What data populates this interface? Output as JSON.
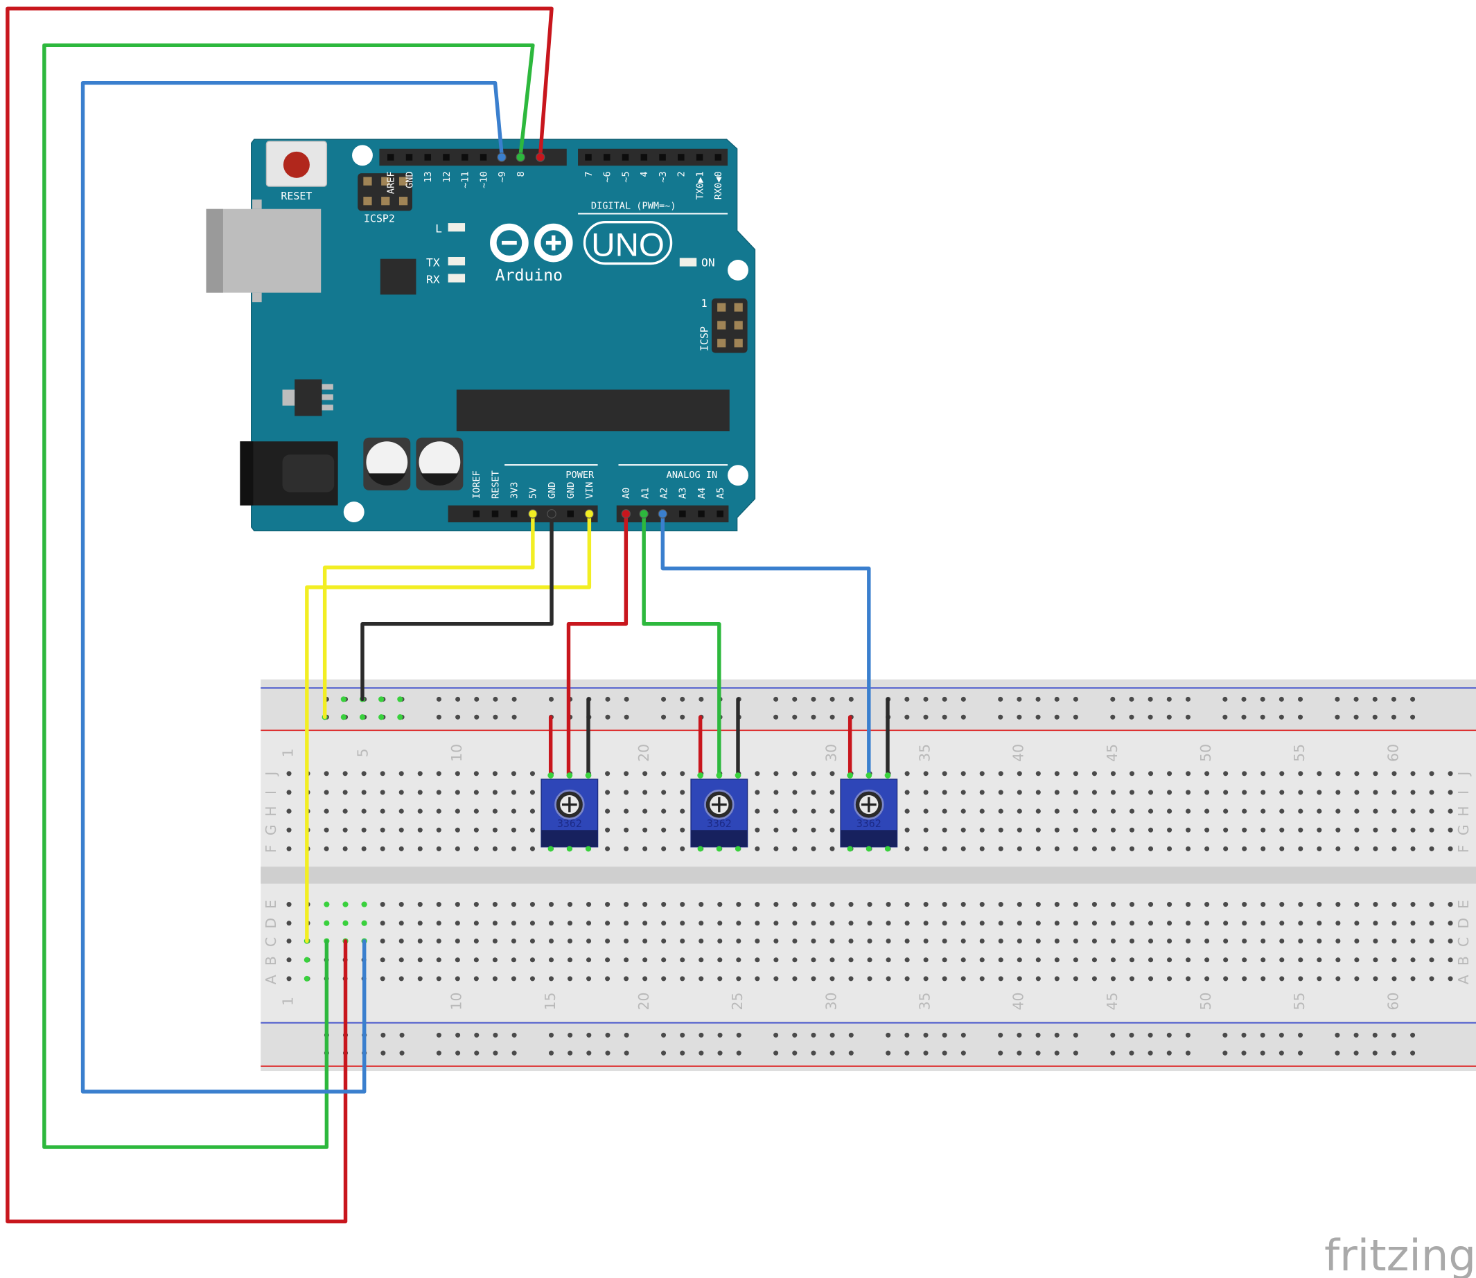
{
  "board": {
    "model": "UNO",
    "brand": "Arduino",
    "reset_label": "RESET",
    "icsp2_label": "ICSP2",
    "icsp_label": "ICSP",
    "icsp_pin1": "1",
    "led_l": "L",
    "led_tx": "TX",
    "led_rx": "RX",
    "led_on": "ON",
    "digital_header_label": "DIGITAL (PWM=~)",
    "digital_pins": [
      "AREF",
      "GND",
      "13",
      "12",
      "~11",
      "~10",
      "~9",
      "8",
      "7",
      "~6",
      "~5",
      "4",
      "~3",
      "2",
      "TX0▶1",
      "RX0◀0"
    ],
    "power_header_label": "POWER",
    "power_pins": [
      "IOREF",
      "RESET",
      "3V3",
      "5V",
      "GND",
      "GND",
      "VIN"
    ],
    "analog_header_label": "ANALOG IN",
    "analog_pins": [
      "A0",
      "A1",
      "A2",
      "A3",
      "A4",
      "A5"
    ]
  },
  "breadboard": {
    "row_letters_top": [
      "J",
      "I",
      "H",
      "G",
      "F"
    ],
    "row_letters_bottom": [
      "E",
      "D",
      "C",
      "B",
      "A"
    ],
    "column_numbers_top": [
      "1",
      "5",
      "10",
      "20",
      "30",
      "35",
      "40",
      "45",
      "50",
      "55",
      "60"
    ],
    "column_numbers_bottom": [
      "1",
      "10",
      "15",
      "20",
      "25",
      "30",
      "35",
      "40",
      "45",
      "50",
      "55",
      "60"
    ]
  },
  "potentiometers": [
    {
      "label": "3362"
    },
    {
      "label": "3362"
    },
    {
      "label": "3362"
    }
  ],
  "wire_colors": {
    "red": "#c8161d",
    "green": "#2db83d",
    "blue": "#3a7fce",
    "yellow": "#f2ee23",
    "black": "#2b2b2b"
  },
  "watermark": "fritzing"
}
